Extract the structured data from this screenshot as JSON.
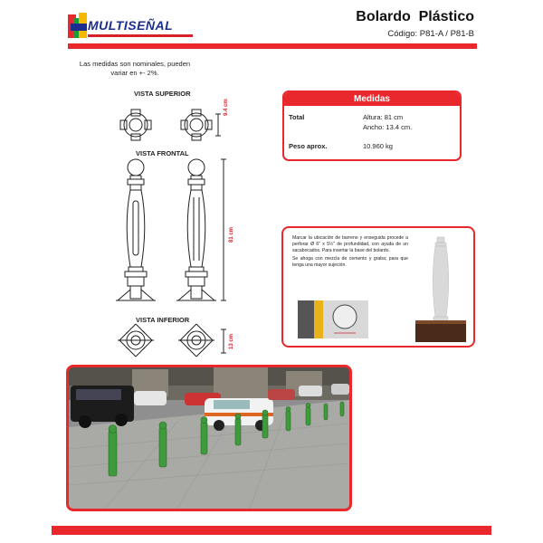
{
  "brand": {
    "name": "MULTISEÑAL"
  },
  "header": {
    "title": "Bolardo  Plástico",
    "code": "Código: P81-A / P81-B"
  },
  "note": "Las medidas son nominales, pueden variar en +- 2%.",
  "views": {
    "top": "VISTA SUPERIOR",
    "front": "VISTA FRONTAL",
    "bottom": "VISTA INFERIOR",
    "dim_top": "9.4 cm",
    "dim_front": "81 cm",
    "dim_bottom": "13 cm"
  },
  "measures": {
    "heading": "Medidas",
    "total_label": "Total",
    "height": "Altura: 81 cm",
    "width": "Ancho: 13.4 cm.",
    "weight_label": "Peso aprox.",
    "weight": "10.960 kg"
  },
  "installation": {
    "p1": "Marcar la ubicación de barreno y enseguida procede a perforar  Ø 6\" x 5½\" de profundidad,  con ayuda de un sacabocados. Para insertar la base del bolardo.",
    "p2": "Se ahoga con mezcla de cemento y graba; para que tenga una mayor sujeción."
  },
  "colors": {
    "accent": "#e8282c",
    "brand_blue": "#1b2d8f",
    "bollard_green": "#3f9a3c"
  }
}
